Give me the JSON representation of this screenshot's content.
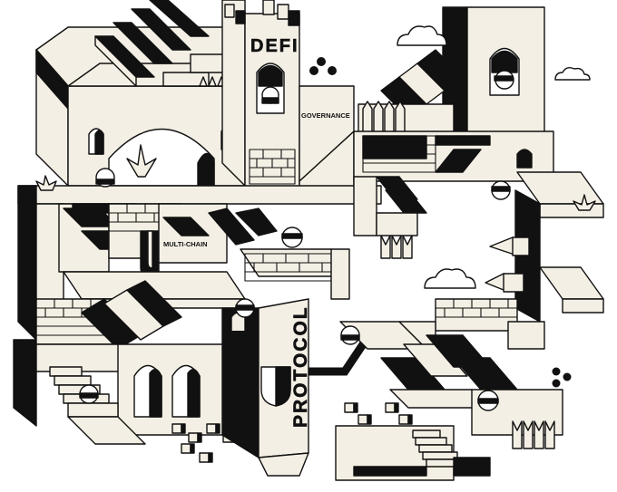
{
  "colors": {
    "ink": "#111111",
    "paper": "#f4efe4",
    "background": "#ffffff"
  },
  "labels": {
    "defi": "DEFI",
    "governance": "GOVERNANCE",
    "multi_chain": "MULTI-CHAIN",
    "protocol": "PROTOCOL"
  }
}
